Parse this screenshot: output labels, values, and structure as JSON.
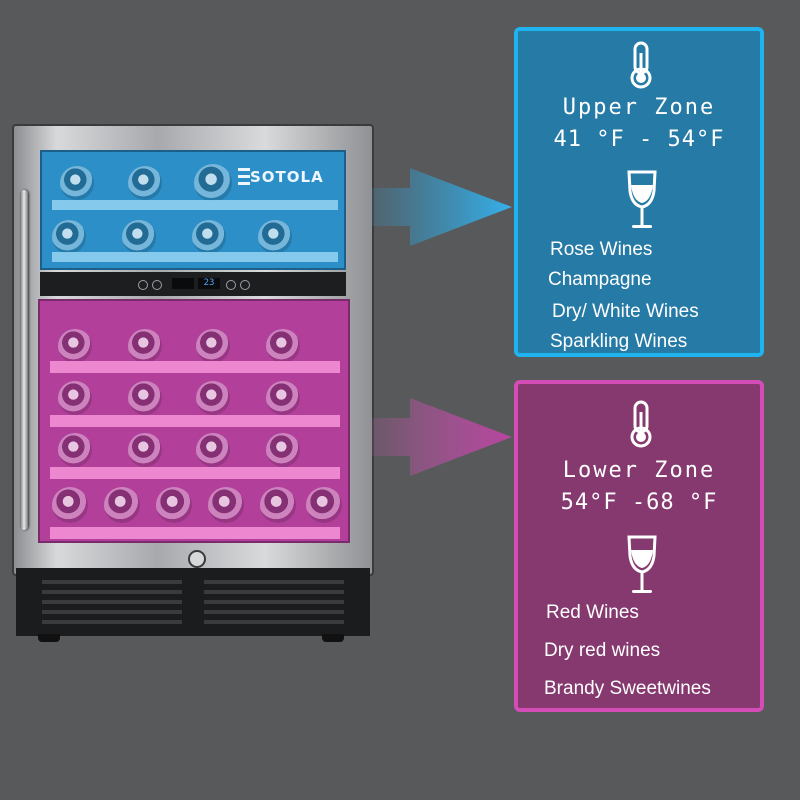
{
  "product": {
    "brand": "SOTOLA",
    "display_left": "",
    "display_right": "23",
    "colors": {
      "upper_zone_light": "#2d8fc7",
      "lower_zone_light": "#b2409b",
      "background": "#58595b"
    }
  },
  "upper_zone": {
    "title": "Upper Zone",
    "range": "41 °F - 54°F",
    "icons": [
      "thermometer-icon",
      "wine-glass-icon"
    ],
    "wines": [
      "Rose Wines",
      "Champagne",
      "Dry/ White Wines",
      "Sparkling Wines"
    ],
    "colors": {
      "fill": "#257aa6",
      "border": "#1fb4f0"
    }
  },
  "lower_zone": {
    "title": "Lower Zone",
    "range": "54°F -68 °F",
    "icons": [
      "thermometer-icon",
      "wine-glass-icon"
    ],
    "wines": [
      "Red Wines",
      "Dry red wines",
      "Brandy Sweetwines"
    ],
    "colors": {
      "fill": "#85396f",
      "border": "#d44cb6"
    }
  }
}
